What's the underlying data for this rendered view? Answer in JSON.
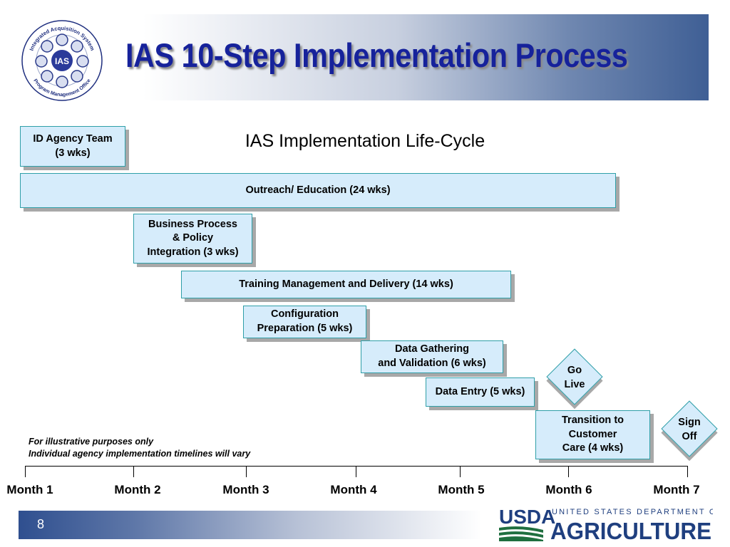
{
  "header": {
    "title": "IAS 10-Step Implementation Process",
    "logo_ring_top": "Integrated Acquisition System",
    "logo_ring_bottom": "Program Management Office",
    "logo_center": "IAS"
  },
  "subtitle": "IAS Implementation Life-Cycle",
  "steps": [
    {
      "lines": [
        "ID Agency Team",
        "(3 wks)"
      ]
    },
    {
      "lines": [
        "Outreach/ Education (24 wks)"
      ]
    },
    {
      "lines": [
        "Business Process",
        "& Policy",
        "Integration (3 wks)"
      ]
    },
    {
      "lines": [
        "Training Management and Delivery (14 wks)"
      ]
    },
    {
      "lines": [
        "Configuration",
        "Preparation (5 wks)"
      ]
    },
    {
      "lines": [
        "Data Gathering",
        "and Validation (6 wks)"
      ]
    },
    {
      "lines": [
        "Data Entry (5 wks)"
      ]
    },
    {
      "lines": [
        "Transition to",
        "Customer",
        "Care (4 wks)"
      ]
    }
  ],
  "milestones": [
    {
      "lines": [
        "Go",
        "Live"
      ]
    },
    {
      "lines": [
        "Sign",
        "Off"
      ]
    }
  ],
  "note": {
    "line1": "For illustrative purposes only",
    "line2": "Individual agency implementation timelines will vary"
  },
  "timeline": {
    "months": [
      "Month 1",
      "Month 2",
      "Month 3",
      "Month 4",
      "Month 5",
      "Month 6",
      "Month 7"
    ]
  },
  "footer": {
    "page_number": "8",
    "usda_mark": "USDA",
    "usda_dept": "UNITED STATES DEPARTMENT OF",
    "usda_agri": "AGRICULTURE"
  },
  "colors": {
    "title": "#16229b",
    "box_fill": "#d6ecfb",
    "box_border": "#2f9fa8",
    "usda_blue": "#1f3f7f",
    "usda_green": "#1f6f3f"
  }
}
